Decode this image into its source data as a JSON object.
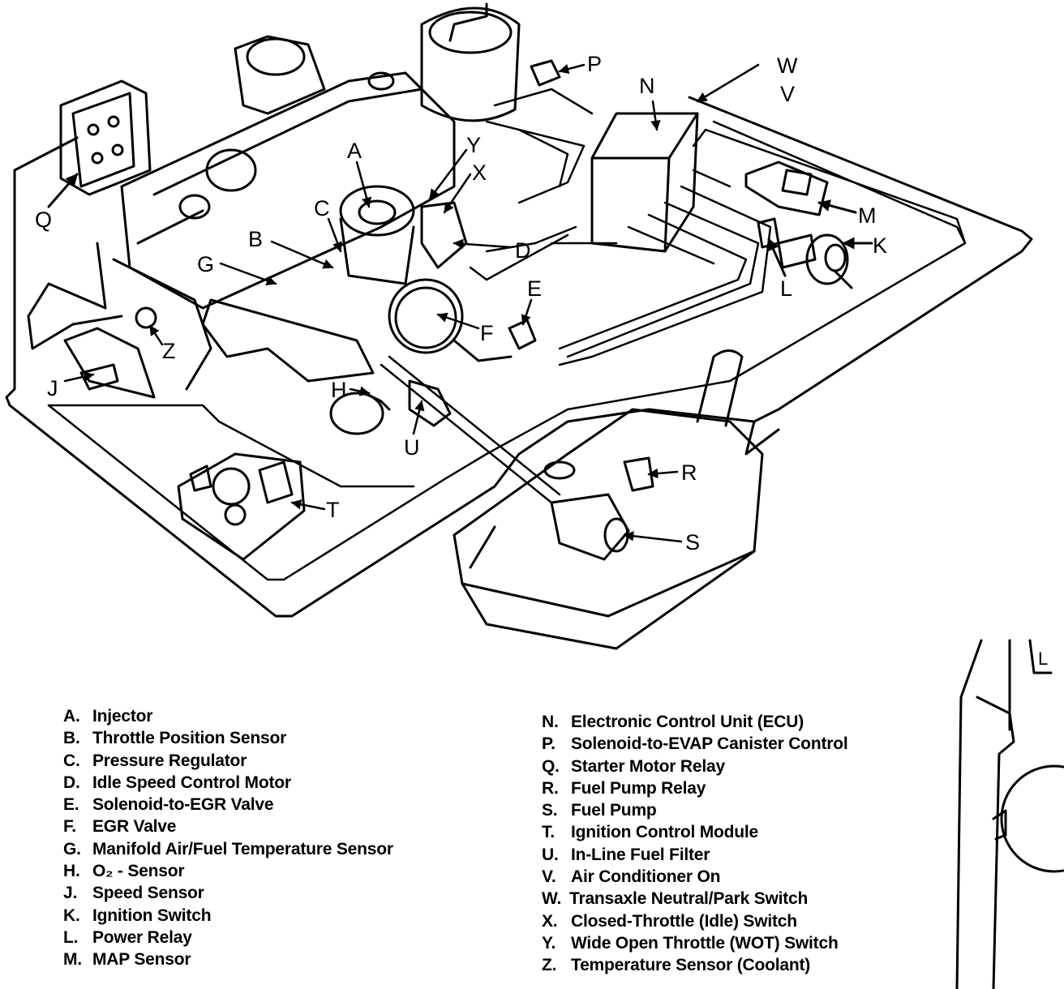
{
  "diagram": {
    "callouts": [
      "A",
      "B",
      "C",
      "D",
      "E",
      "F",
      "G",
      "H",
      "J",
      "K",
      "L",
      "M",
      "N",
      "P",
      "Q",
      "R",
      "S",
      "T",
      "U",
      "V",
      "W",
      "X",
      "Y",
      "Z"
    ]
  },
  "legend": {
    "left": [
      {
        "key": "A.",
        "text": "Injector"
      },
      {
        "key": "B.",
        "text": "Throttle Position Sensor"
      },
      {
        "key": "C.",
        "text": "Pressure Regulator"
      },
      {
        "key": "D.",
        "text": "Idle Speed Control Motor"
      },
      {
        "key": "E.",
        "text": "Solenoid-to-EGR Valve"
      },
      {
        "key": "F.",
        "text": "EGR Valve"
      },
      {
        "key": "G.",
        "text": "Manifold Air/Fuel Temperature Sensor"
      },
      {
        "key": "H.",
        "text": "O₂ - Sensor"
      },
      {
        "key": "J.",
        "text": "Speed Sensor"
      },
      {
        "key": "K.",
        "text": "Ignition Switch"
      },
      {
        "key": "L.",
        "text": "Power Relay"
      },
      {
        "key": "M.",
        "text": "MAP Sensor"
      }
    ],
    "right": [
      {
        "key": "N.",
        "text": "Electronic Control Unit (ECU)"
      },
      {
        "key": "P.",
        "text": "Solenoid-to-EVAP Canister Control"
      },
      {
        "key": "Q.",
        "text": "Starter Motor Relay"
      },
      {
        "key": "R.",
        "text": "Fuel Pump Relay"
      },
      {
        "key": "S.",
        "text": "Fuel Pump"
      },
      {
        "key": "T.",
        "text": "Ignition Control Module"
      },
      {
        "key": "U.",
        "text": "In-Line Fuel Filter"
      },
      {
        "key": "V.",
        "text": "Air Conditioner On"
      },
      {
        "key": "W.",
        "text": "Transaxle Neutral/Park Switch"
      },
      {
        "key": "X.",
        "text": "Closed-Throttle (Idle) Switch"
      },
      {
        "key": "Y.",
        "text": "Wide Open Throttle (WOT) Switch"
      },
      {
        "key": "Z.",
        "text": "Temperature Sensor (Coolant)"
      }
    ]
  }
}
